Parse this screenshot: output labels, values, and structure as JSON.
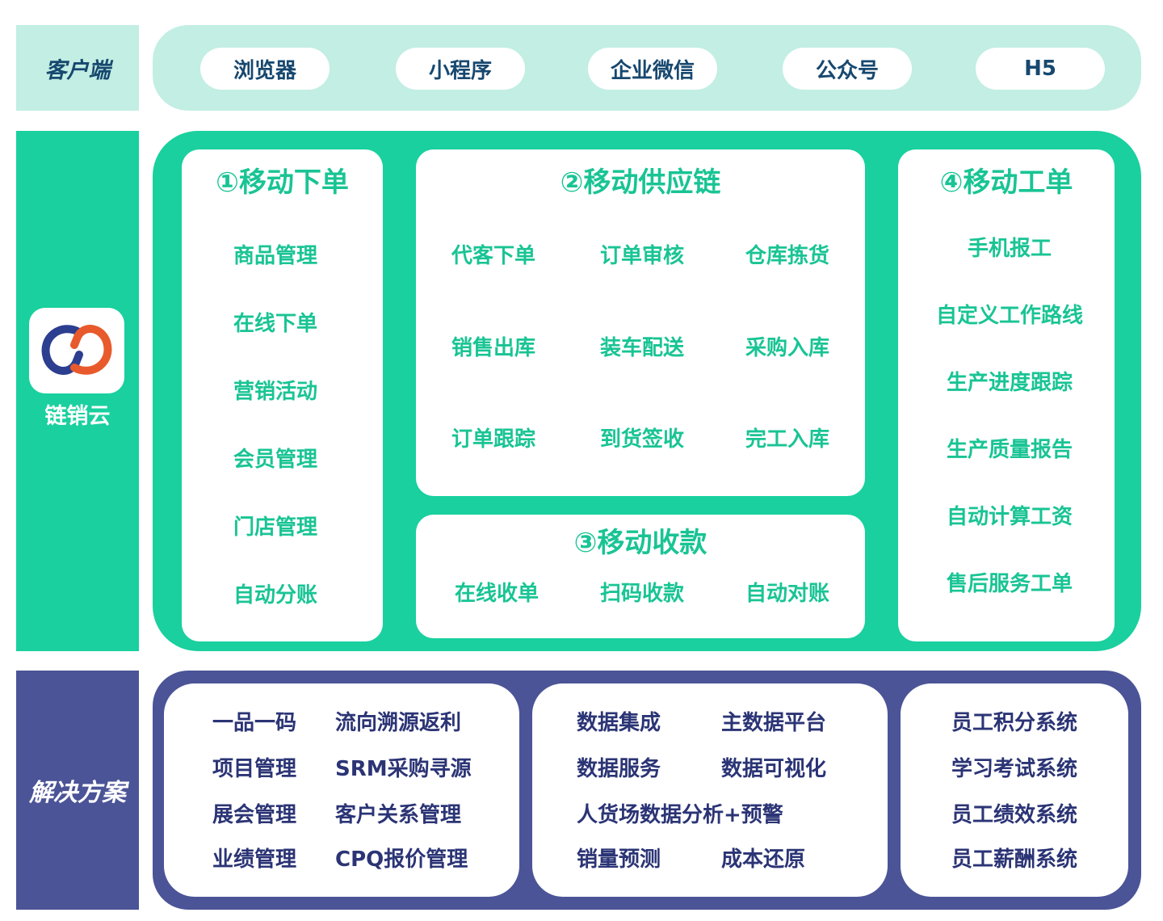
{
  "colors": {
    "light_teal": "#c2eee3",
    "green": "#19d09e",
    "green_text": "#19c494",
    "navy_text": "#17486f",
    "purple": "#4b5497",
    "purple_text": "#2b3475",
    "logo_blue": "#2c3e8f",
    "logo_orange": "#e85a2c"
  },
  "client": {
    "label": "客户端",
    "pills": [
      "浏览器",
      "小程序",
      "企业微信",
      "公众号",
      "H5"
    ]
  },
  "brand": {
    "name": "链销云",
    "logo_icon": "double-loop-logo-icon"
  },
  "modules": {
    "mobile_order": {
      "title": "①移动下单",
      "items": [
        "商品管理",
        "在线下单",
        "营销活动",
        "会员管理",
        "门店管理",
        "自动分账"
      ]
    },
    "mobile_supply_chain": {
      "title": "②移动供应链",
      "items": [
        "代客下单",
        "订单审核",
        "仓库拣货",
        "销售出库",
        "装车配送",
        "采购入库",
        "订单跟踪",
        "到货签收",
        "完工入库"
      ]
    },
    "mobile_payment": {
      "title": "③移动收款",
      "items": [
        "在线收单",
        "扫码收款",
        "自动对账"
      ]
    },
    "mobile_work_order": {
      "title": "④移动工单",
      "items": [
        "手机报工",
        "自定义工作路线",
        "生产进度跟踪",
        "生产质量报告",
        "自动计算工资",
        "售后服务工单"
      ]
    }
  },
  "solutions": {
    "label": "解决方案",
    "group1": [
      "一品一码",
      "流向溯源返利",
      "项目管理",
      "SRM采购寻源",
      "展会管理",
      "客户关系管理",
      "业绩管理",
      "CPQ报价管理"
    ],
    "group2": [
      "数据集成",
      "主数据平台",
      "数据服务",
      "数据可视化",
      "人货场数据分析+预警",
      "销量预测",
      "成本还原"
    ],
    "group3": [
      "员工积分系统",
      "学习考试系统",
      "员工绩效系统",
      "员工薪酬系统"
    ]
  }
}
